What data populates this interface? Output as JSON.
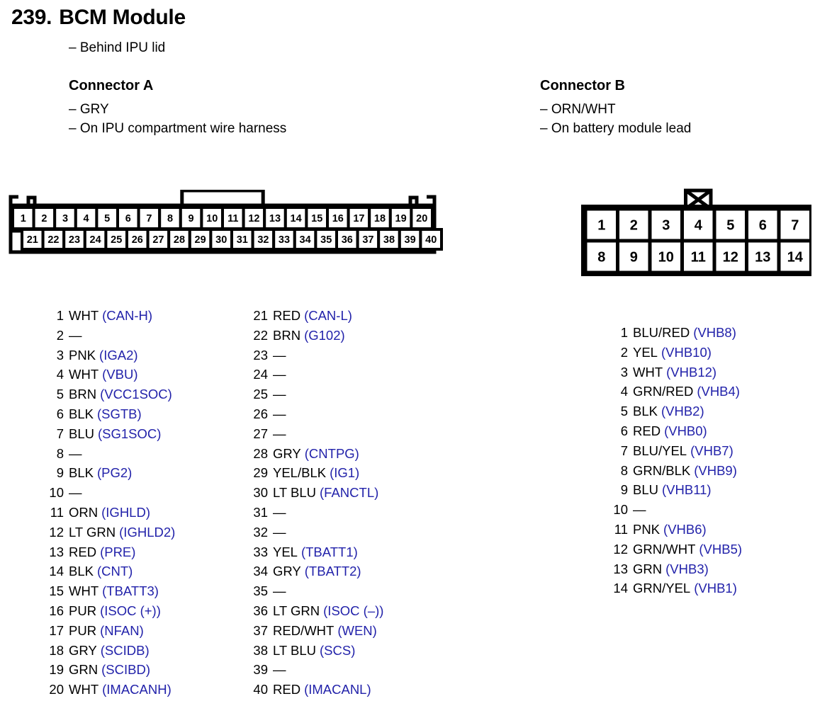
{
  "page": {
    "number": "239.",
    "title": "BCM Module",
    "subtitle": "– Behind IPU lid"
  },
  "connector_a": {
    "heading": "Connector A",
    "color": "– GRY",
    "location": "– On IPU compartment wire harness",
    "diagram": {
      "top_row": [
        "1",
        "2",
        "3",
        "4",
        "5",
        "6",
        "7",
        "8",
        "9",
        "10",
        "11",
        "12",
        "13",
        "14",
        "15",
        "16",
        "17",
        "18",
        "19",
        "20"
      ],
      "bottom_row": [
        "21",
        "22",
        "23",
        "24",
        "25",
        "26",
        "27",
        "28",
        "29",
        "30",
        "31",
        "32",
        "33",
        "34",
        "35",
        "36",
        "37",
        "38",
        "39",
        "40"
      ]
    },
    "pins": [
      {
        "no": "1",
        "color": "WHT",
        "signal": "(CAN-H)"
      },
      {
        "no": "2",
        "color": "—",
        "signal": ""
      },
      {
        "no": "3",
        "color": "PNK",
        "signal": "(IGA2)"
      },
      {
        "no": "4",
        "color": "WHT",
        "signal": "(VBU)"
      },
      {
        "no": "5",
        "color": "BRN",
        "signal": "(VCC1SOC)"
      },
      {
        "no": "6",
        "color": "BLK",
        "signal": "(SGTB)"
      },
      {
        "no": "7",
        "color": "BLU",
        "signal": "(SG1SOC)"
      },
      {
        "no": "8",
        "color": "—",
        "signal": ""
      },
      {
        "no": "9",
        "color": "BLK",
        "signal": "(PG2)"
      },
      {
        "no": "10",
        "color": "—",
        "signal": ""
      },
      {
        "no": "11",
        "color": "ORN",
        "signal": "(IGHLD)"
      },
      {
        "no": "12",
        "color": "LT GRN",
        "signal": "(IGHLD2)"
      },
      {
        "no": "13",
        "color": "RED",
        "signal": "(PRE)"
      },
      {
        "no": "14",
        "color": "BLK",
        "signal": "(CNT)"
      },
      {
        "no": "15",
        "color": "WHT",
        "signal": "(TBATT3)"
      },
      {
        "no": "16",
        "color": "PUR",
        "signal": "(ISOC (+))"
      },
      {
        "no": "17",
        "color": "PUR",
        "signal": "(NFAN)"
      },
      {
        "no": "18",
        "color": "GRY",
        "signal": "(SCIDB)"
      },
      {
        "no": "19",
        "color": "GRN",
        "signal": "(SCIBD)"
      },
      {
        "no": "20",
        "color": "WHT",
        "signal": "(IMACANH)"
      },
      {
        "no": "21",
        "color": "RED",
        "signal": "(CAN-L)"
      },
      {
        "no": "22",
        "color": "BRN",
        "signal": "(G102)"
      },
      {
        "no": "23",
        "color": "—",
        "signal": ""
      },
      {
        "no": "24",
        "color": "—",
        "signal": ""
      },
      {
        "no": "25",
        "color": "—",
        "signal": ""
      },
      {
        "no": "26",
        "color": "—",
        "signal": ""
      },
      {
        "no": "27",
        "color": "—",
        "signal": ""
      },
      {
        "no": "28",
        "color": "GRY",
        "signal": "(CNTPG)"
      },
      {
        "no": "29",
        "color": "YEL/BLK",
        "signal": "(IG1)"
      },
      {
        "no": "30",
        "color": "LT BLU",
        "signal": "(FANCTL)"
      },
      {
        "no": "31",
        "color": "—",
        "signal": ""
      },
      {
        "no": "32",
        "color": "—",
        "signal": ""
      },
      {
        "no": "33",
        "color": "YEL",
        "signal": "(TBATT1)"
      },
      {
        "no": "34",
        "color": "GRY",
        "signal": "(TBATT2)"
      },
      {
        "no": "35",
        "color": "—",
        "signal": ""
      },
      {
        "no": "36",
        "color": "LT GRN",
        "signal": "(ISOC (–))"
      },
      {
        "no": "37",
        "color": "RED/WHT",
        "signal": "(WEN)"
      },
      {
        "no": "38",
        "color": "LT BLU",
        "signal": "(SCS)"
      },
      {
        "no": "39",
        "color": "—",
        "signal": ""
      },
      {
        "no": "40",
        "color": "RED",
        "signal": "(IMACANL)"
      }
    ]
  },
  "connector_b": {
    "heading": "Connector B",
    "color": "– ORN/WHT",
    "location": "– On battery module lead",
    "diagram": {
      "top_row": [
        "1",
        "2",
        "3",
        "4",
        "5",
        "6",
        "7"
      ],
      "bottom_row": [
        "8",
        "9",
        "10",
        "11",
        "12",
        "13",
        "14"
      ]
    },
    "pins": [
      {
        "no": "1",
        "color": "BLU/RED",
        "signal": "(VHB8)"
      },
      {
        "no": "2",
        "color": "YEL",
        "signal": "(VHB10)"
      },
      {
        "no": "3",
        "color": "WHT",
        "signal": "(VHB12)"
      },
      {
        "no": "4",
        "color": "GRN/RED",
        "signal": "(VHB4)"
      },
      {
        "no": "5",
        "color": "BLK",
        "signal": "(VHB2)"
      },
      {
        "no": "6",
        "color": "RED",
        "signal": "(VHB0)"
      },
      {
        "no": "7",
        "color": "BLU/YEL",
        "signal": "(VHB7)"
      },
      {
        "no": "8",
        "color": "GRN/BLK",
        "signal": "(VHB9)"
      },
      {
        "no": "9",
        "color": "BLU",
        "signal": "(VHB11)"
      },
      {
        "no": "10",
        "color": "—",
        "signal": ""
      },
      {
        "no": "11",
        "color": "PNK",
        "signal": "(VHB6)"
      },
      {
        "no": "12",
        "color": "GRN/WHT",
        "signal": "(VHB5)"
      },
      {
        "no": "13",
        "color": "GRN",
        "signal": "(VHB3)"
      },
      {
        "no": "14",
        "color": "GRN/YEL",
        "signal": "(VHB1)"
      }
    ]
  },
  "colors": {
    "signal_text": "#2222aa",
    "body_text": "#000000",
    "outline": "#000000",
    "background": "#ffffff"
  }
}
